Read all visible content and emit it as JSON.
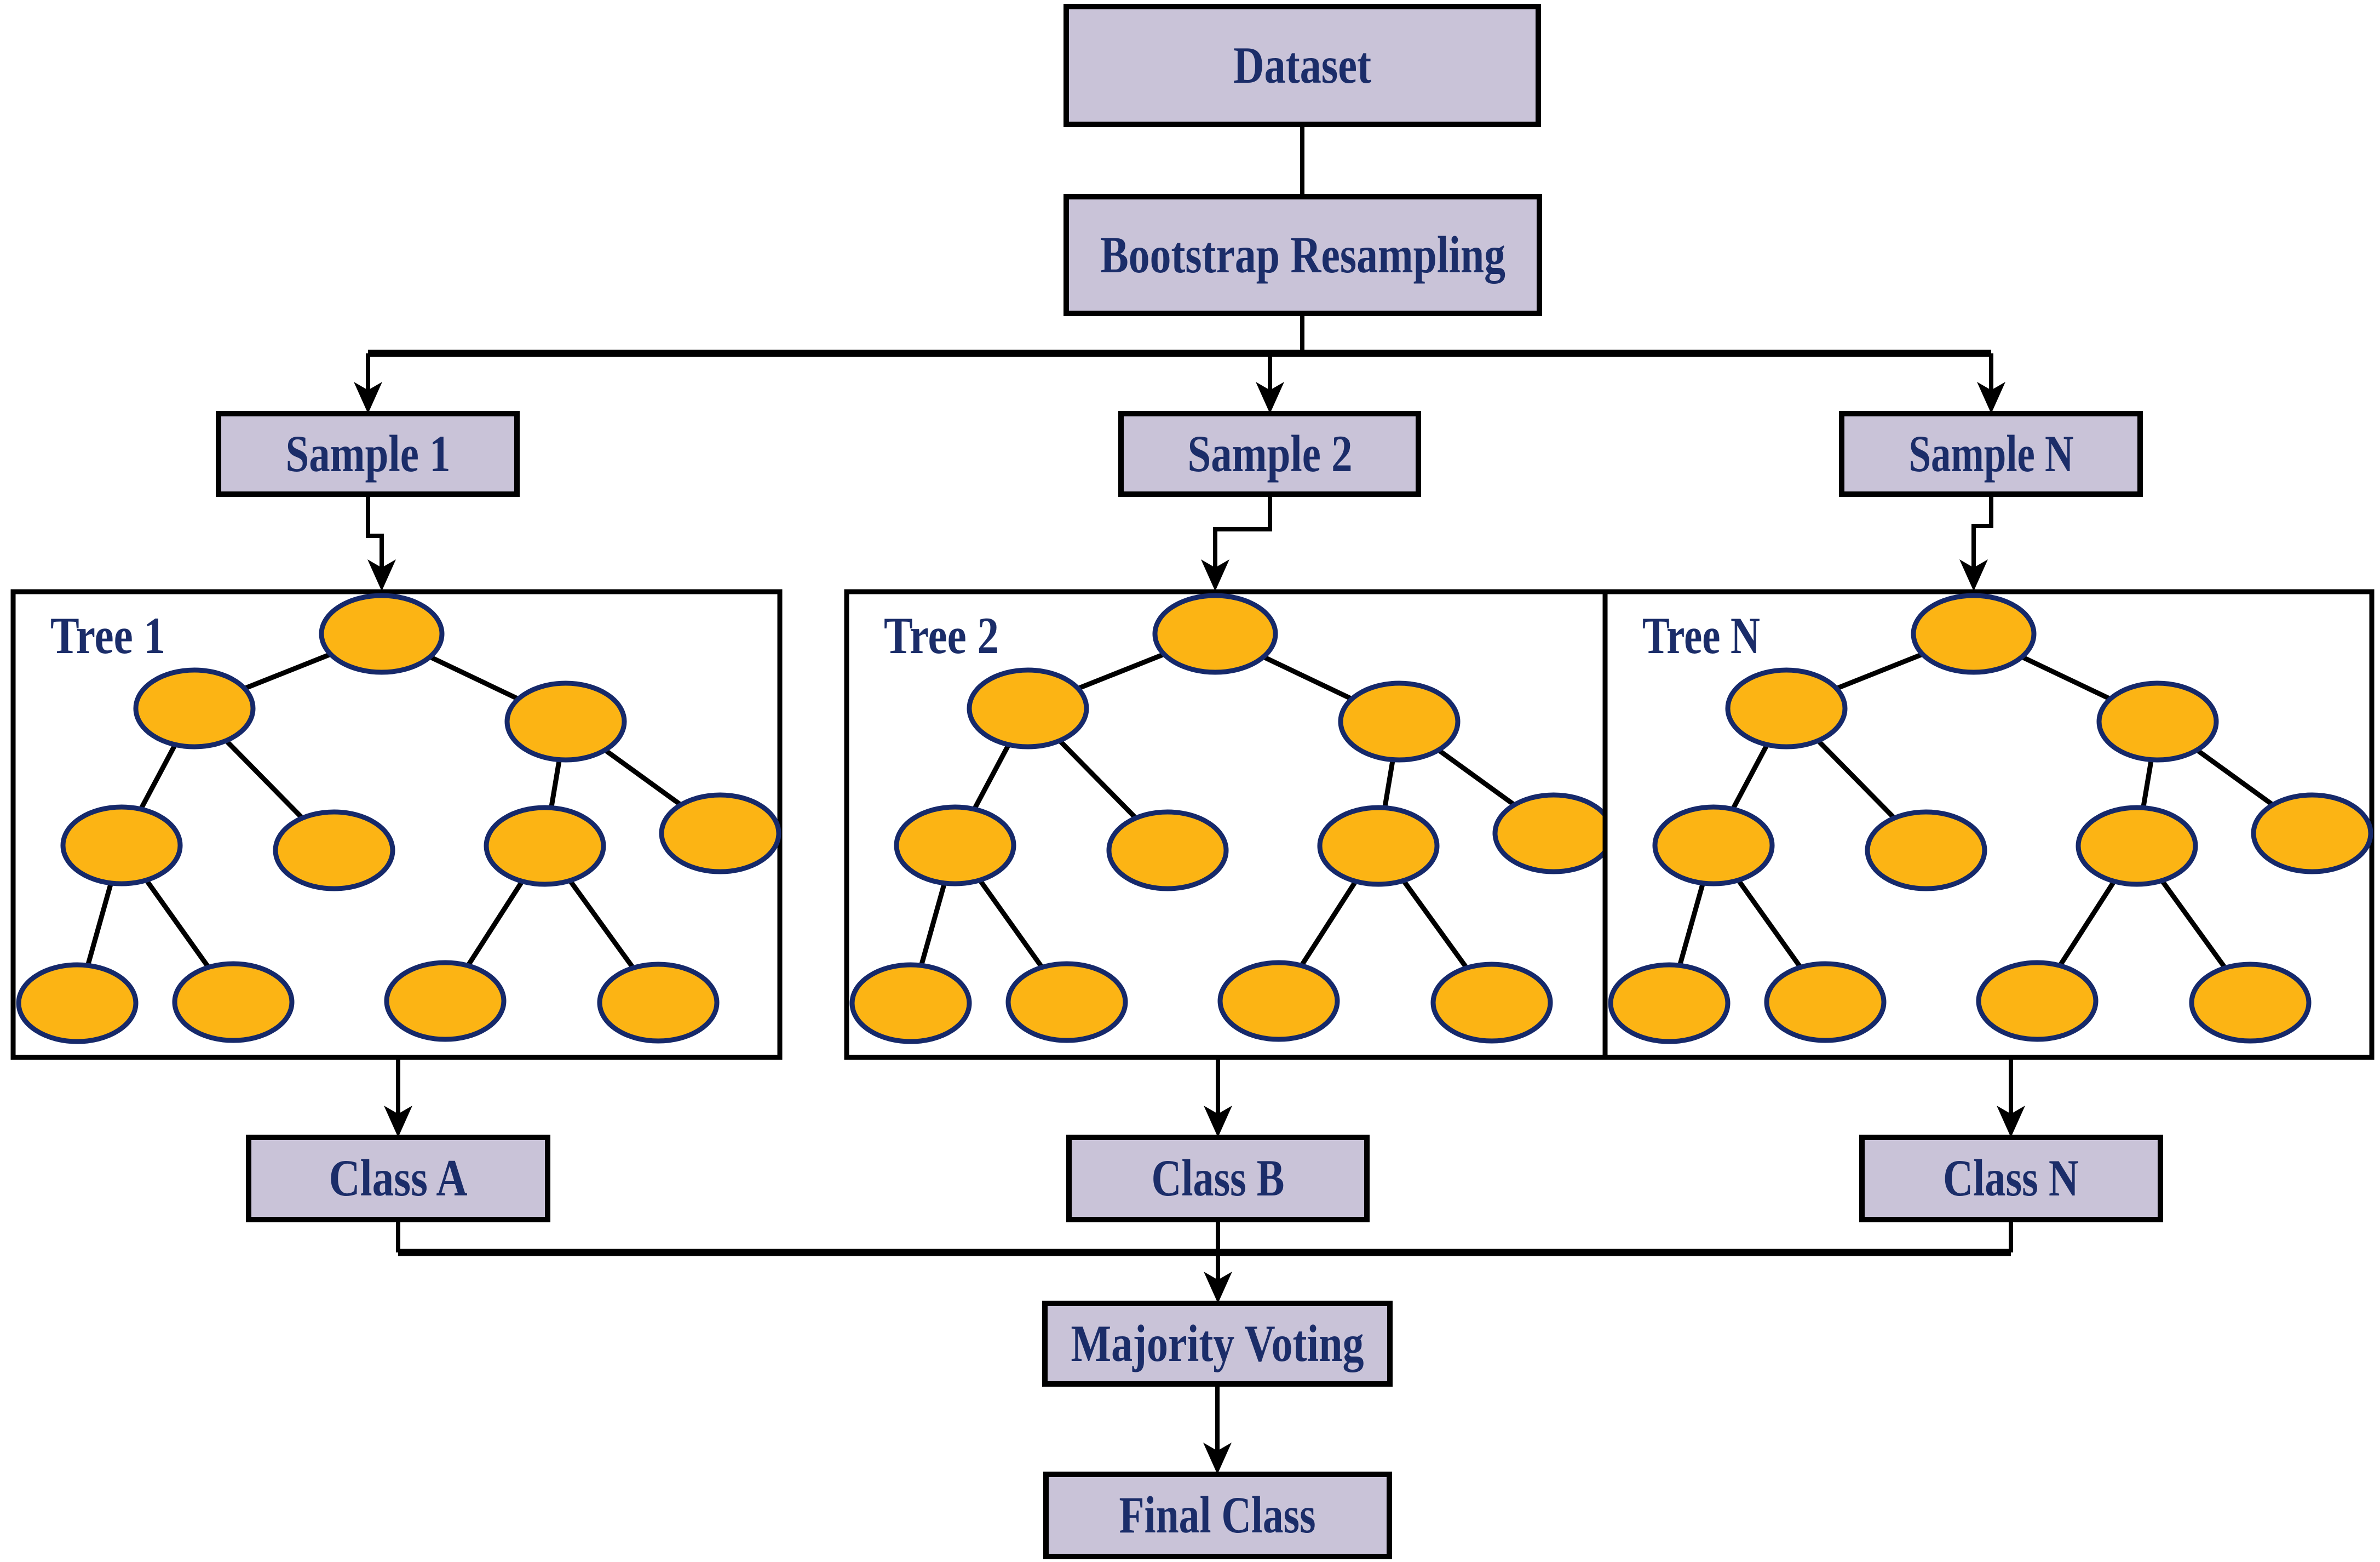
{
  "diagram": {
    "type": "flowchart",
    "subject": "Random Forest ensemble classification",
    "background": "#ffffff"
  },
  "colors": {
    "box_fill": "#c9c3d8",
    "box_text": "#1b2d69",
    "node_fill": "#fcb414",
    "node_border": "#16296a",
    "line_color": "#000000",
    "page_bg": "#ffffff"
  },
  "flow": {
    "dataset": "Dataset",
    "bootstrap": "Bootstrap Resampling",
    "samples": [
      "Sample 1",
      "Sample 2",
      "Sample N"
    ],
    "trees": [
      "Tree 1",
      "Tree 2",
      "Tree N"
    ],
    "classes": [
      "Class A",
      "Class B",
      "Class N"
    ],
    "majority_voting": "Majority Voting",
    "final_class": "Final Class"
  },
  "tree_structure": {
    "nodes_per_tree": 11,
    "levels": 4,
    "edges": [
      [
        "root",
        "L"
      ],
      [
        "root",
        "R"
      ],
      [
        "L",
        "LL"
      ],
      [
        "L",
        "LR"
      ],
      [
        "R",
        "RL"
      ],
      [
        "R",
        "RR"
      ],
      [
        "LL",
        "LLL"
      ],
      [
        "LL",
        "LLR"
      ],
      [
        "RL",
        "RLL"
      ],
      [
        "RL",
        "RLR"
      ]
    ]
  }
}
